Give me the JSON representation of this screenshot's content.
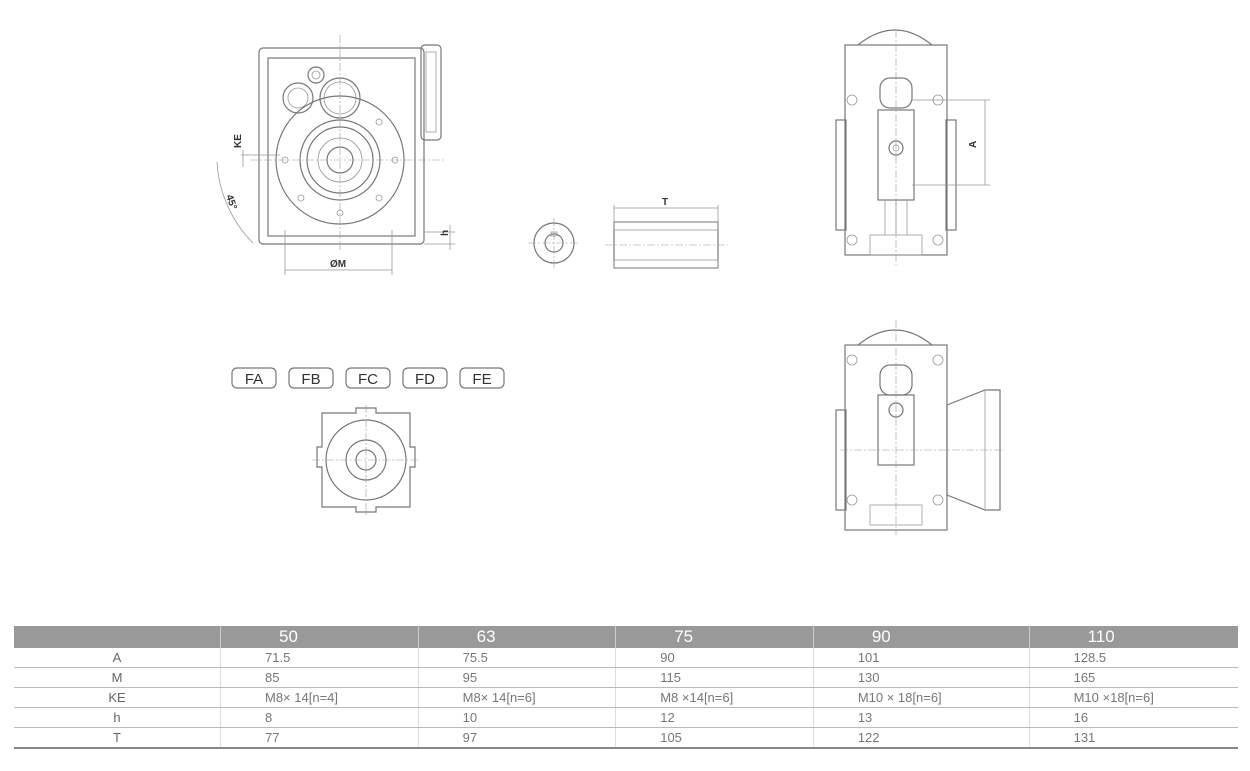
{
  "drawing": {
    "labels": {
      "ke": "KE",
      "angle": "45°",
      "h": "h",
      "diameter": "ØM",
      "t": "T",
      "a": "A"
    },
    "flange_types": [
      "FA",
      "FB",
      "FC",
      "FD",
      "FE"
    ]
  },
  "table": {
    "headers": [
      "",
      "50",
      "63",
      "75",
      "90",
      "110"
    ],
    "rows": [
      {
        "label": "A",
        "values": [
          "71.5",
          "75.5",
          "90",
          "101",
          "128.5"
        ]
      },
      {
        "label": "M",
        "values": [
          "85",
          "95",
          "115",
          "130",
          "165"
        ]
      },
      {
        "label": "KE",
        "values": [
          "M8× 14[n=4]",
          "M8× 14[n=6]",
          "M8 ×14[n=6]",
          "M10 × 18[n=6]",
          "M10 ×18[n=6]"
        ]
      },
      {
        "label": "h",
        "values": [
          "8",
          "10",
          "12",
          "13",
          "16"
        ]
      },
      {
        "label": "T",
        "values": [
          "77",
          "97",
          "105",
          "122",
          "131"
        ]
      }
    ]
  }
}
